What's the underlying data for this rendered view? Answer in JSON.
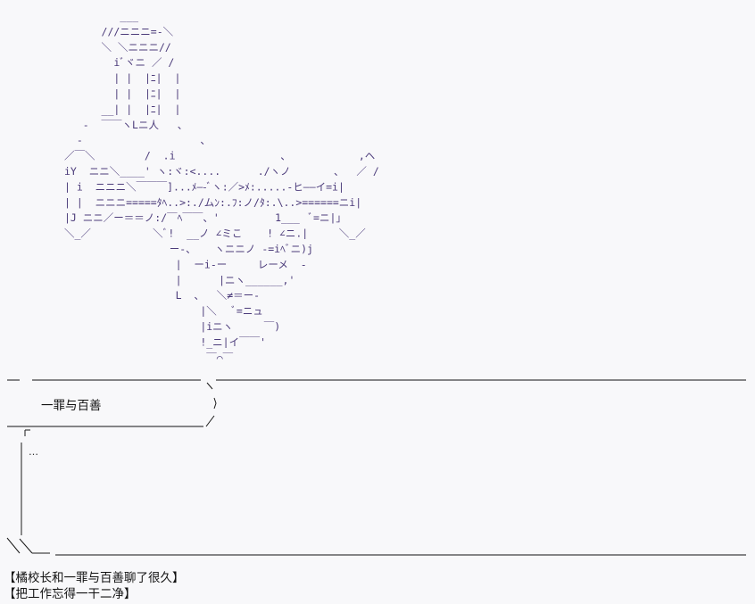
{
  "story_title": "一罪与百善",
  "narration_ellipsis": "…",
  "captions": [
    "【橘校长和一罪与百善聊了很久】",
    "【把工作忘得一干二净】"
  ],
  "art_color": "#4b3b7a",
  "illustration": {
    "lines": [
      "         ___",
      "      ///ニニニ=-＼",
      "      ＼ ＼ニニニ//",
      "        iﾞヾニ ／ /",
      "        | |  |ﾆ|  |",
      "        | |  |ﾆ|  |",
      "      __| |  |ﾆ|  |",
      "   -  ￣￣ヽLニ人   、",
      "  -                   、",
      "／￣＼        /  .i                 、           ,ヘ",
      "iY  ニニ＼____' ヽ:ヾ:<....      ./ヽノ       、  ／ /",
      "| i  ニニニ＼￣￣￣]...ﾒ—-ﾞヽ:／>ﾒ:.....-ヒ——イ=i|",
      "| |  ニニニ=====ﾀﾍ..>:./ムﾝ:.ﾌ:ノ/ﾀ:.\\..>======ニi|",
      "|J ニニ／ー＝＝ノ:/￣ﾍ￣￣、'         1___  ﾞ=ニ|」",
      "＼_／          ＼ﾞ!  __ノ ∠ミこ    ! ∠ニ.|     ＼_／",
      "                 ー-、   ヽニニノ -=iﾍﾞニ)j",
      "                  |  ーi-ー     レーメ  -",
      "                  |      |ニヽ______,'",
      "                  L  、  ＼≠＝ー-",
      "                      |＼   ﾞ=ニュ",
      "                      |iニヽ     ￣)",
      "                      !_ニ|イ￣￣'",
      "                       ￣⌒￣"
    ]
  }
}
